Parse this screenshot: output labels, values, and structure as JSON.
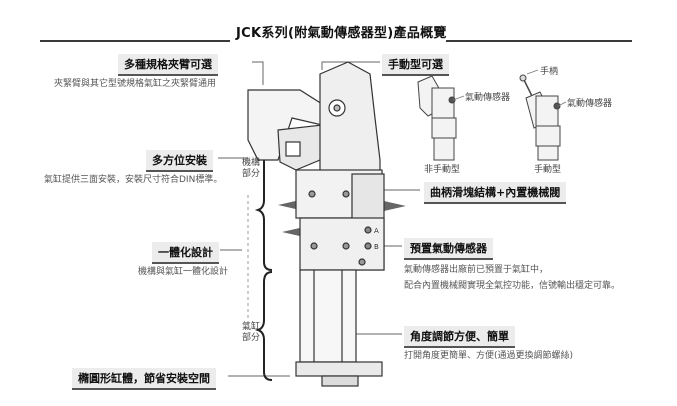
{
  "title": "JCK系列(附氣動傳感器型)產品概覽",
  "features": {
    "multi_arm": {
      "label": "多種規格夾臂可選",
      "desc": "夾緊臂與其它型號規格氣缸之夾緊臂通用"
    },
    "multi_mount": {
      "label": "多方位安裝",
      "desc": "氣缸提供三面安裝，安裝尺寸符合DIN標準。"
    },
    "integrated": {
      "label": "一體化設計",
      "desc": "機構與氣缸一體化設計"
    },
    "oval_body": {
      "label": "橢圓形缸體，節省安裝空間"
    },
    "manual": {
      "label": "手動型可選"
    },
    "crank": {
      "label": "曲柄滑塊結構+內置機械閥"
    },
    "sensor": {
      "label": "預置氣動傳感器",
      "desc_line1": "氣動傳感器出廠前已預置于氣缸中，",
      "desc_line2": "配合內置機械閥實現全氣控功能，信號輸出穩定可靠。"
    },
    "angle": {
      "label": "角度調節方便、簡單",
      "desc": "打開角度更簡單、方便(通過更換調節螺絲)"
    }
  },
  "side_labels": {
    "mechanism": "機構部分",
    "cylinder": "氣缸部分"
  },
  "variants": {
    "non_manual": {
      "caption": "非手動型",
      "sensor_label": "氣動傳感器"
    },
    "manual": {
      "caption": "手動型",
      "sensor_label": "氣動傳感器",
      "handle_label": "手柄"
    }
  },
  "port_labels": {
    "a": "A",
    "b": "B"
  }
}
